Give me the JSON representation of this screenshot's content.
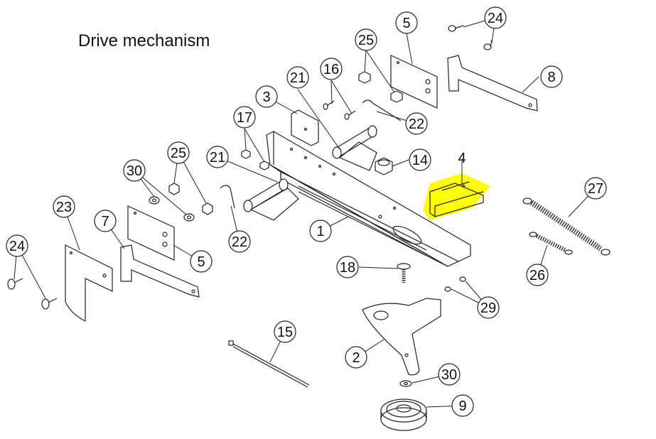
{
  "title": "Drive mechanism",
  "highlight_color": "#ffff00",
  "callouts": [
    {
      "id": "c24a",
      "label": "24"
    },
    {
      "id": "c5a",
      "label": "5"
    },
    {
      "id": "c25a",
      "label": "25"
    },
    {
      "id": "c8",
      "label": "8"
    },
    {
      "id": "c21a",
      "label": "21"
    },
    {
      "id": "c16",
      "label": "16"
    },
    {
      "id": "c3",
      "label": "3"
    },
    {
      "id": "c22a",
      "label": "22"
    },
    {
      "id": "c17",
      "label": "17"
    },
    {
      "id": "c14",
      "label": "14"
    },
    {
      "id": "c4",
      "label": "4"
    },
    {
      "id": "c27",
      "label": "27"
    },
    {
      "id": "c25b",
      "label": "25"
    },
    {
      "id": "c30a",
      "label": "30"
    },
    {
      "id": "c21b",
      "label": "21"
    },
    {
      "id": "c23",
      "label": "23"
    },
    {
      "id": "c7",
      "label": "7"
    },
    {
      "id": "c1",
      "label": "1"
    },
    {
      "id": "c22b",
      "label": "22"
    },
    {
      "id": "c24b",
      "label": "24"
    },
    {
      "id": "c5b",
      "label": "5"
    },
    {
      "id": "c18",
      "label": "18"
    },
    {
      "id": "c26",
      "label": "26"
    },
    {
      "id": "c29",
      "label": "29"
    },
    {
      "id": "c15",
      "label": "15"
    },
    {
      "id": "c2",
      "label": "2"
    },
    {
      "id": "c30b",
      "label": "30"
    },
    {
      "id": "c9",
      "label": "9"
    }
  ]
}
